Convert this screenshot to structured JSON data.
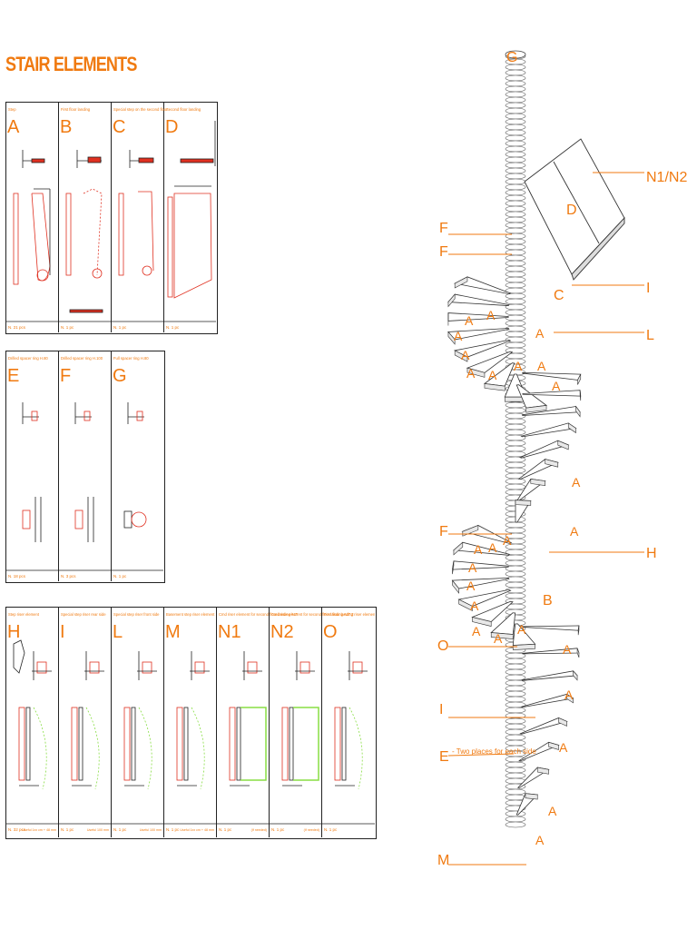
{
  "title": "STAIR ELEMENTS",
  "sheet1": [
    {
      "letter": "A",
      "desc": "Step",
      "qty": "N. 21 pcs"
    },
    {
      "letter": "B",
      "desc": "First floor landing",
      "qty": "N. 1 pc"
    },
    {
      "letter": "C",
      "desc": "Special step on the second floor",
      "qty": "N. 1 pc"
    },
    {
      "letter": "D",
      "desc": "Second floor landing",
      "qty": "N. 1 pc"
    }
  ],
  "sheet2": [
    {
      "letter": "E",
      "desc": "Drilled spacer ring H.80",
      "qty": "N. 18 pcs"
    },
    {
      "letter": "F",
      "desc": "Drilled spacer ring H.100",
      "qty": "N. 3 pcs"
    },
    {
      "letter": "G",
      "desc": "Full spacer ring H.80",
      "qty": "N. 1 pc"
    }
  ],
  "sheet3": [
    {
      "letter": "H",
      "desc": "Step riser element",
      "qty": "N. 32 pcs",
      "note": "Useful 1xx cm + 48 mm"
    },
    {
      "letter": "I",
      "desc": "Special step riser rear side",
      "qty": "N. 1 pc",
      "note": "Useful 100 mm"
    },
    {
      "letter": "L",
      "desc": "Special step riser front side",
      "qty": "N. 1 pc",
      "note": "Useful 100 mm"
    },
    {
      "letter": "M",
      "desc": "Basement step riser element",
      "qty": "N. 1 pc",
      "note": "Useful 1xx cm + 48 mm"
    },
    {
      "letter": "N1",
      "desc": "Cmd riser element for second floor landing ALT",
      "qty": "N. 1 pc",
      "note": "(If needed)"
    },
    {
      "letter": "N2",
      "desc": "Cmd riser element for second floor landing ALT 2",
      "qty": "N. 1 pc",
      "note": "(If needed)"
    },
    {
      "letter": "O",
      "desc": "First floor landing riser element",
      "qty": "N. 1 pc",
      "note": ""
    }
  ],
  "callouts": {
    "G": "G",
    "N1N2": "N1/N2",
    "D": "D",
    "F1": "F",
    "F2": "F",
    "I1": "I",
    "C": "C",
    "L": "L",
    "F3": "F",
    "H": "H",
    "B": "B",
    "O": "O",
    "I2": "I",
    "E": "E",
    "E_note": "- Two places for each side",
    "M": "M"
  },
  "step_marker": "A",
  "colors": {
    "accent": "#f07a10",
    "line": "#222222",
    "red": "#e03020",
    "green": "#88dd44"
  }
}
